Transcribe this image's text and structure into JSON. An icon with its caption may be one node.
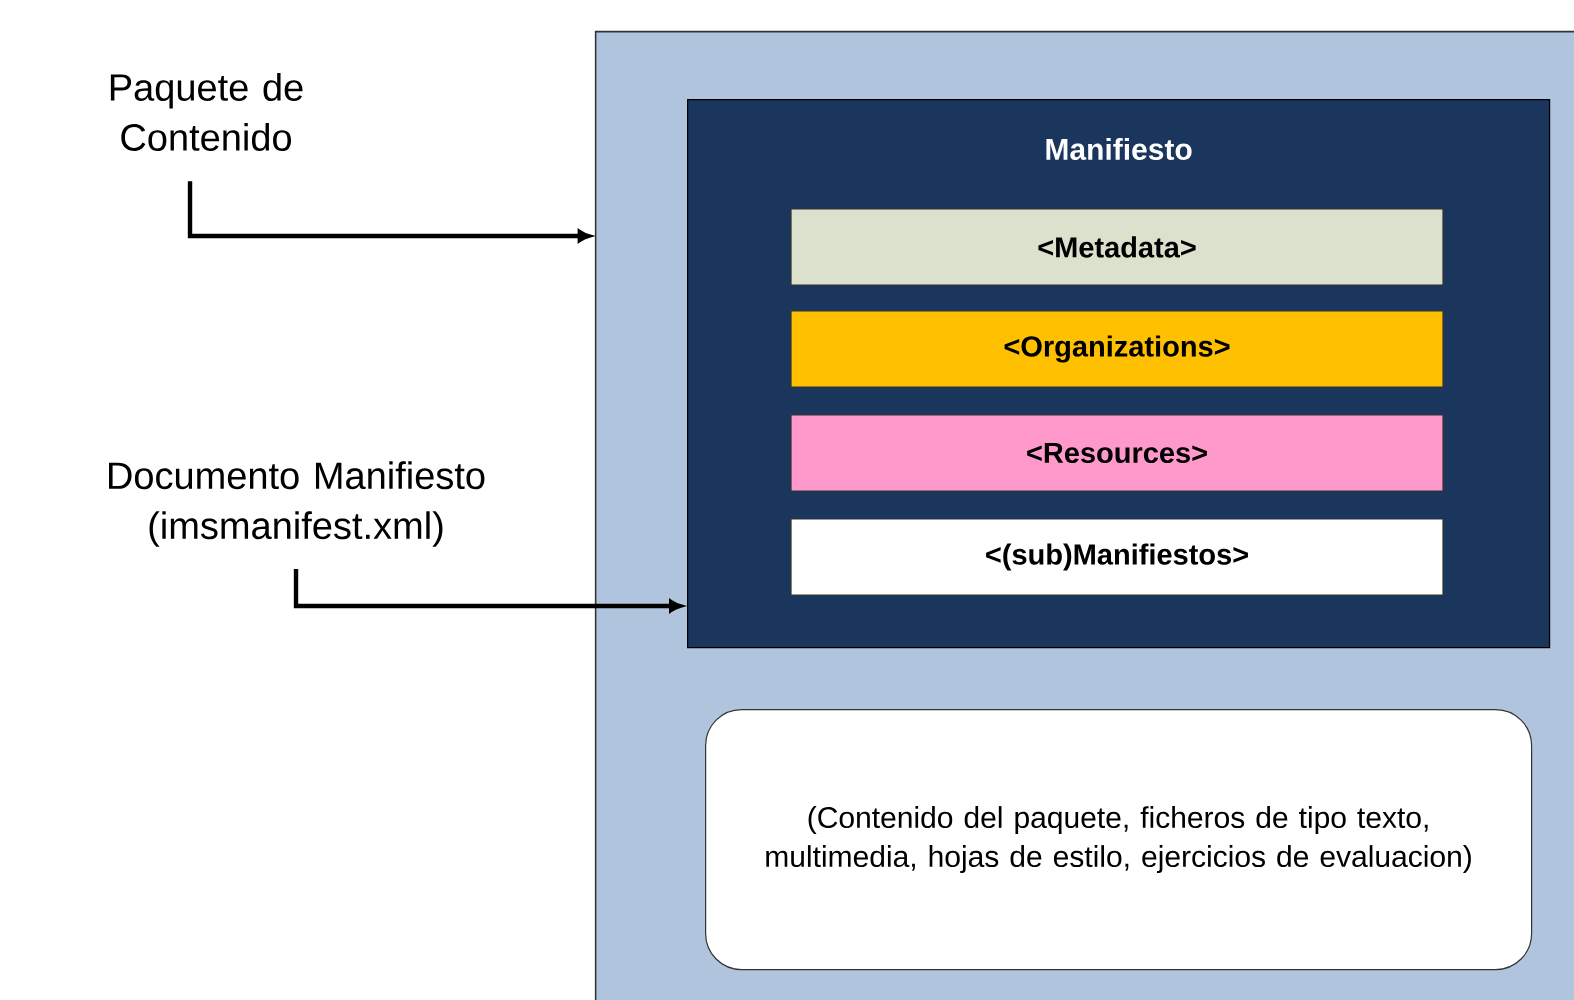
{
  "diagram": {
    "nodes": [
      {
        "text": [
          "Paquete de Contenido"
        ]
      },
      {
        "text": [
          "Documento Manifiesto (imsmanifest.xml)"
        ]
      },
      {
        "text": [],
        "shape": "box"
      },
      {
        "text": [
          "Manifiesto"
        ],
        "in": 2
      },
      {
        "text": [
          "<Metadata>"
        ],
        "in": 3
      },
      {
        "text": [
          "<Organizations>"
        ],
        "in": 3
      },
      {
        "text": [
          "<Resources>"
        ],
        "in": 3
      },
      {
        "text": [
          "<(sub)Manifiestos>"
        ],
        "in": 3
      },
      {
        "text": [
          "(Contenido del paquete, ficheros de tipo texto, multimedia, hojas de estilo, ejercicios de evaluacion)"
        ],
        "in": 2
      }
    ],
    "edges": [
      {
        "from": 0,
        "to": 2,
        "arrow": "to"
      },
      {
        "from": 1,
        "to": 3,
        "arrow": "to"
      }
    ]
  }
}
